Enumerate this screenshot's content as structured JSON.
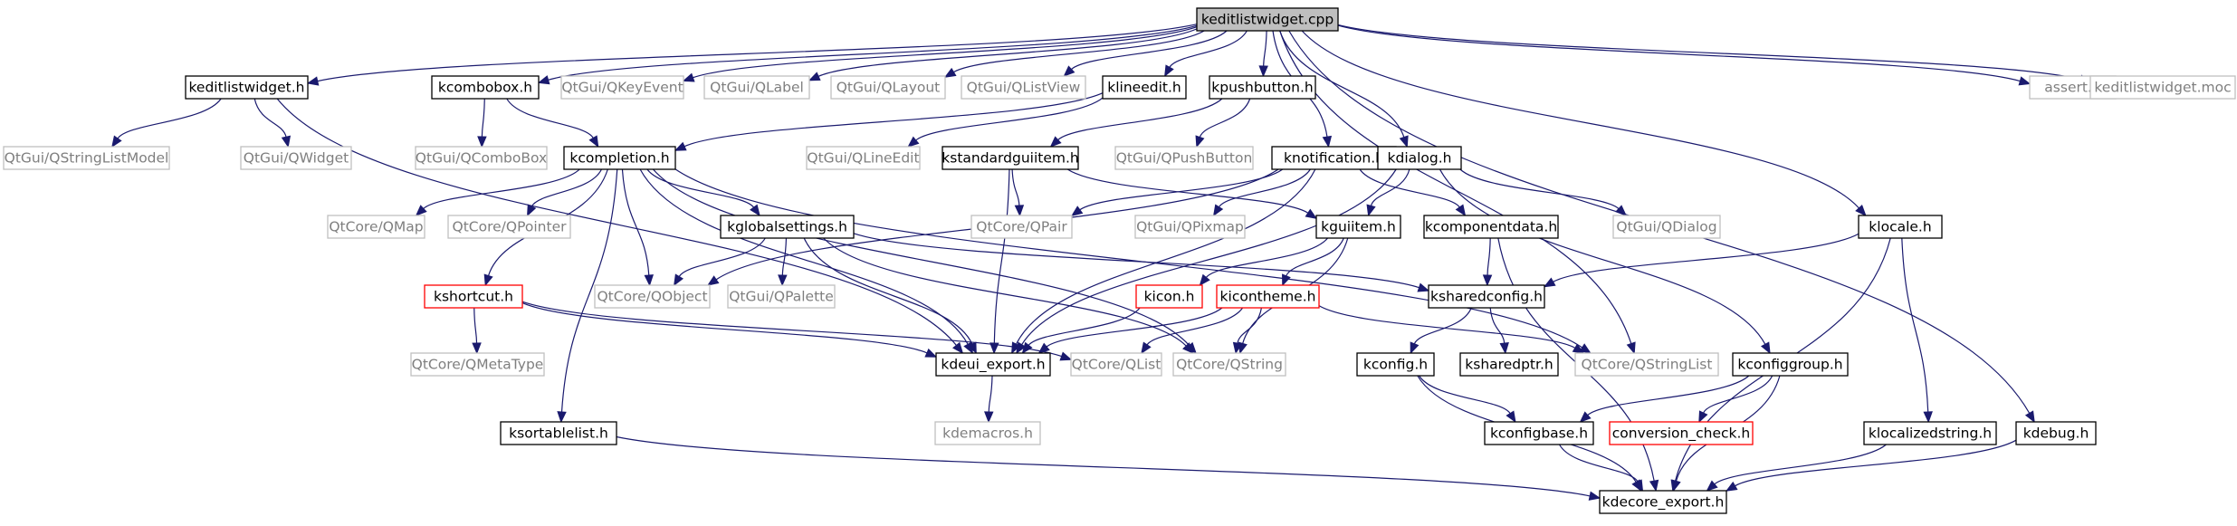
{
  "colors": {
    "edge": "#1a1a6e",
    "node_border_default": "#000000",
    "node_border_external": "#bfbfbf",
    "node_border_incomplete": "#ff0000",
    "root_fill": "#bfbfbf",
    "text_default": "#000000",
    "text_external": "#7f7f7f"
  },
  "nodes": [
    {
      "id": "root",
      "label": "keditlistwidget.cpp",
      "style": "root"
    },
    {
      "id": "keditlistwidget_h",
      "label": "keditlistwidget.h",
      "style": "normal"
    },
    {
      "id": "kcombobox_h",
      "label": "kcombobox.h",
      "style": "normal"
    },
    {
      "id": "QKeyEvent",
      "label": "QtGui/QKeyEvent",
      "style": "external"
    },
    {
      "id": "QLabel",
      "label": "QtGui/QLabel",
      "style": "external"
    },
    {
      "id": "QLayout",
      "label": "QtGui/QLayout",
      "style": "external"
    },
    {
      "id": "QListView",
      "label": "QtGui/QListView",
      "style": "external"
    },
    {
      "id": "klineedit_h",
      "label": "klineedit.h",
      "style": "normal"
    },
    {
      "id": "kpushbutton_h",
      "label": "kpushbutton.h",
      "style": "normal"
    },
    {
      "id": "assert_h",
      "label": "assert.h",
      "style": "external"
    },
    {
      "id": "keditlistwidget_moc",
      "label": "keditlistwidget.moc",
      "style": "external"
    },
    {
      "id": "QStringListModel",
      "label": "QtGui/QStringListModel",
      "style": "external"
    },
    {
      "id": "QWidget",
      "label": "QtGui/QWidget",
      "style": "external"
    },
    {
      "id": "QComboBox",
      "label": "QtGui/QComboBox",
      "style": "external"
    },
    {
      "id": "kcompletion_h",
      "label": "kcompletion.h",
      "style": "normal"
    },
    {
      "id": "QLineEdit",
      "label": "QtGui/QLineEdit",
      "style": "external"
    },
    {
      "id": "kstandardguiitem_h",
      "label": "kstandardguiitem.h",
      "style": "normal"
    },
    {
      "id": "QPushButton",
      "label": "QtGui/QPushButton",
      "style": "external"
    },
    {
      "id": "knotification_h",
      "label": "knotification.h",
      "style": "normal"
    },
    {
      "id": "kdialog_h",
      "label": "kdialog.h",
      "style": "normal"
    },
    {
      "id": "QMap",
      "label": "QtCore/QMap",
      "style": "external"
    },
    {
      "id": "QPointer",
      "label": "QtCore/QPointer",
      "style": "external"
    },
    {
      "id": "kglobalsettings_h",
      "label": "kglobalsettings.h",
      "style": "normal"
    },
    {
      "id": "QPair",
      "label": "QtCore/QPair",
      "style": "external"
    },
    {
      "id": "QPixmap",
      "label": "QtGui/QPixmap",
      "style": "external"
    },
    {
      "id": "kguiitem_h",
      "label": "kguiitem.h",
      "style": "normal"
    },
    {
      "id": "kcomponentdata_h",
      "label": "kcomponentdata.h",
      "style": "normal"
    },
    {
      "id": "QDialog",
      "label": "QtGui/QDialog",
      "style": "external"
    },
    {
      "id": "klocale_h",
      "label": "klocale.h",
      "style": "normal"
    },
    {
      "id": "kshortcut_h",
      "label": "kshortcut.h",
      "style": "incomplete"
    },
    {
      "id": "QObject",
      "label": "QtCore/QObject",
      "style": "external"
    },
    {
      "id": "QPalette",
      "label": "QtGui/QPalette",
      "style": "external"
    },
    {
      "id": "kicon_h",
      "label": "kicon.h",
      "style": "incomplete"
    },
    {
      "id": "kicontheme_h",
      "label": "kicontheme.h",
      "style": "incomplete"
    },
    {
      "id": "ksharedconfig_h",
      "label": "ksharedconfig.h",
      "style": "normal"
    },
    {
      "id": "QMetaType",
      "label": "QtCore/QMetaType",
      "style": "external"
    },
    {
      "id": "kdeui_export_h",
      "label": "kdeui_export.h",
      "style": "normal"
    },
    {
      "id": "QList",
      "label": "QtCore/QList",
      "style": "external"
    },
    {
      "id": "QString",
      "label": "QtCore/QString",
      "style": "external"
    },
    {
      "id": "kconfig_h",
      "label": "kconfig.h",
      "style": "normal"
    },
    {
      "id": "ksharedptr_h",
      "label": "ksharedptr.h",
      "style": "normal"
    },
    {
      "id": "QStringList",
      "label": "QtCore/QStringList",
      "style": "external"
    },
    {
      "id": "kconfiggroup_h",
      "label": "kconfiggroup.h",
      "style": "normal"
    },
    {
      "id": "kdemacros_h",
      "label": "kdemacros.h",
      "style": "external"
    },
    {
      "id": "ksortablelist_h",
      "label": "ksortablelist.h",
      "style": "normal"
    },
    {
      "id": "kconfigbase_h",
      "label": "kconfigbase.h",
      "style": "normal"
    },
    {
      "id": "conversion_check_h",
      "label": "conversion_check.h",
      "style": "incomplete"
    },
    {
      "id": "klocalizedstring_h",
      "label": "klocalizedstring.h",
      "style": "normal"
    },
    {
      "id": "kdebug_h",
      "label": "kdebug.h",
      "style": "normal"
    },
    {
      "id": "kdecore_export_h",
      "label": "kdecore_export.h",
      "style": "normal"
    }
  ],
  "edges": [
    [
      "root",
      "keditlistwidget_h"
    ],
    [
      "root",
      "kcombobox_h"
    ],
    [
      "root",
      "QKeyEvent"
    ],
    [
      "root",
      "QLabel"
    ],
    [
      "root",
      "QLayout"
    ],
    [
      "root",
      "QListView"
    ],
    [
      "root",
      "klineedit_h"
    ],
    [
      "root",
      "kpushbutton_h"
    ],
    [
      "root",
      "knotification_h"
    ],
    [
      "root",
      "kdialog_h"
    ],
    [
      "root",
      "QStringList"
    ],
    [
      "root",
      "klocale_h"
    ],
    [
      "root",
      "kdebug_h"
    ],
    [
      "root",
      "assert_h"
    ],
    [
      "root",
      "keditlistwidget_moc"
    ],
    [
      "keditlistwidget_h",
      "QStringListModel"
    ],
    [
      "keditlistwidget_h",
      "QWidget"
    ],
    [
      "keditlistwidget_h",
      "kdeui_export_h"
    ],
    [
      "kcombobox_h",
      "QComboBox"
    ],
    [
      "kcombobox_h",
      "kcompletion_h"
    ],
    [
      "klineedit_h",
      "kcompletion_h"
    ],
    [
      "klineedit_h",
      "QLineEdit"
    ],
    [
      "kpushbutton_h",
      "kstandardguiitem_h"
    ],
    [
      "kpushbutton_h",
      "QPushButton"
    ],
    [
      "kcompletion_h",
      "QMap"
    ],
    [
      "kcompletion_h",
      "QPointer"
    ],
    [
      "kcompletion_h",
      "kglobalsettings_h"
    ],
    [
      "kcompletion_h",
      "QObject"
    ],
    [
      "kcompletion_h",
      "kshortcut_h"
    ],
    [
      "kcompletion_h",
      "ksortablelist_h"
    ],
    [
      "kcompletion_h",
      "kdeui_export_h"
    ],
    [
      "kcompletion_h",
      "QString"
    ],
    [
      "kcompletion_h",
      "QStringList"
    ],
    [
      "kstandardguiitem_h",
      "QPair"
    ],
    [
      "kstandardguiitem_h",
      "kguiitem_h"
    ],
    [
      "kstandardguiitem_h",
      "kdeui_export_h"
    ],
    [
      "knotification_h",
      "QPair"
    ],
    [
      "knotification_h",
      "QPixmap"
    ],
    [
      "knotification_h",
      "QObject"
    ],
    [
      "knotification_h",
      "kcomponentdata_h"
    ],
    [
      "knotification_h",
      "kdeui_export_h"
    ],
    [
      "kdialog_h",
      "kguiitem_h"
    ],
    [
      "kdialog_h",
      "QDialog"
    ],
    [
      "kdialog_h",
      "kdeui_export_h"
    ],
    [
      "kdialog_h",
      "kconfiggroup_h"
    ],
    [
      "kglobalsettings_h",
      "QObject"
    ],
    [
      "kglobalsettings_h",
      "QPalette"
    ],
    [
      "kglobalsettings_h",
      "ksharedconfig_h"
    ],
    [
      "kglobalsettings_h",
      "kdeui_export_h"
    ],
    [
      "kglobalsettings_h",
      "QString"
    ],
    [
      "kguiitem_h",
      "kicon_h"
    ],
    [
      "kguiitem_h",
      "kicontheme_h"
    ],
    [
      "kguiitem_h",
      "QString"
    ],
    [
      "kcomponentdata_h",
      "ksharedconfig_h"
    ],
    [
      "kcomponentdata_h",
      "kdecore_export_h"
    ],
    [
      "klocale_h",
      "ksharedconfig_h"
    ],
    [
      "klocale_h",
      "klocalizedstring_h"
    ],
    [
      "klocale_h",
      "kdecore_export_h"
    ],
    [
      "kshortcut_h",
      "QMetaType"
    ],
    [
      "kshortcut_h",
      "kdeui_export_h"
    ],
    [
      "kshortcut_h",
      "QList"
    ],
    [
      "kicon_h",
      "kdeui_export_h"
    ],
    [
      "kicontheme_h",
      "kdeui_export_h"
    ],
    [
      "kicontheme_h",
      "QList"
    ],
    [
      "kicontheme_h",
      "QString"
    ],
    [
      "kicontheme_h",
      "QStringList"
    ],
    [
      "ksharedconfig_h",
      "kconfig_h"
    ],
    [
      "ksharedconfig_h",
      "ksharedptr_h"
    ],
    [
      "kdeui_export_h",
      "kdemacros_h"
    ],
    [
      "kconfig_h",
      "kconfigbase_h"
    ],
    [
      "kconfig_h",
      "kdecore_export_h"
    ],
    [
      "kconfiggroup_h",
      "kconfigbase_h"
    ],
    [
      "kconfiggroup_h",
      "conversion_check_h"
    ],
    [
      "kconfiggroup_h",
      "kdecore_export_h"
    ],
    [
      "ksortablelist_h",
      "kdecore_export_h"
    ],
    [
      "kconfigbase_h",
      "kdecore_export_h"
    ],
    [
      "klocalizedstring_h",
      "kdecore_export_h"
    ],
    [
      "kdebug_h",
      "kdecore_export_h"
    ]
  ]
}
